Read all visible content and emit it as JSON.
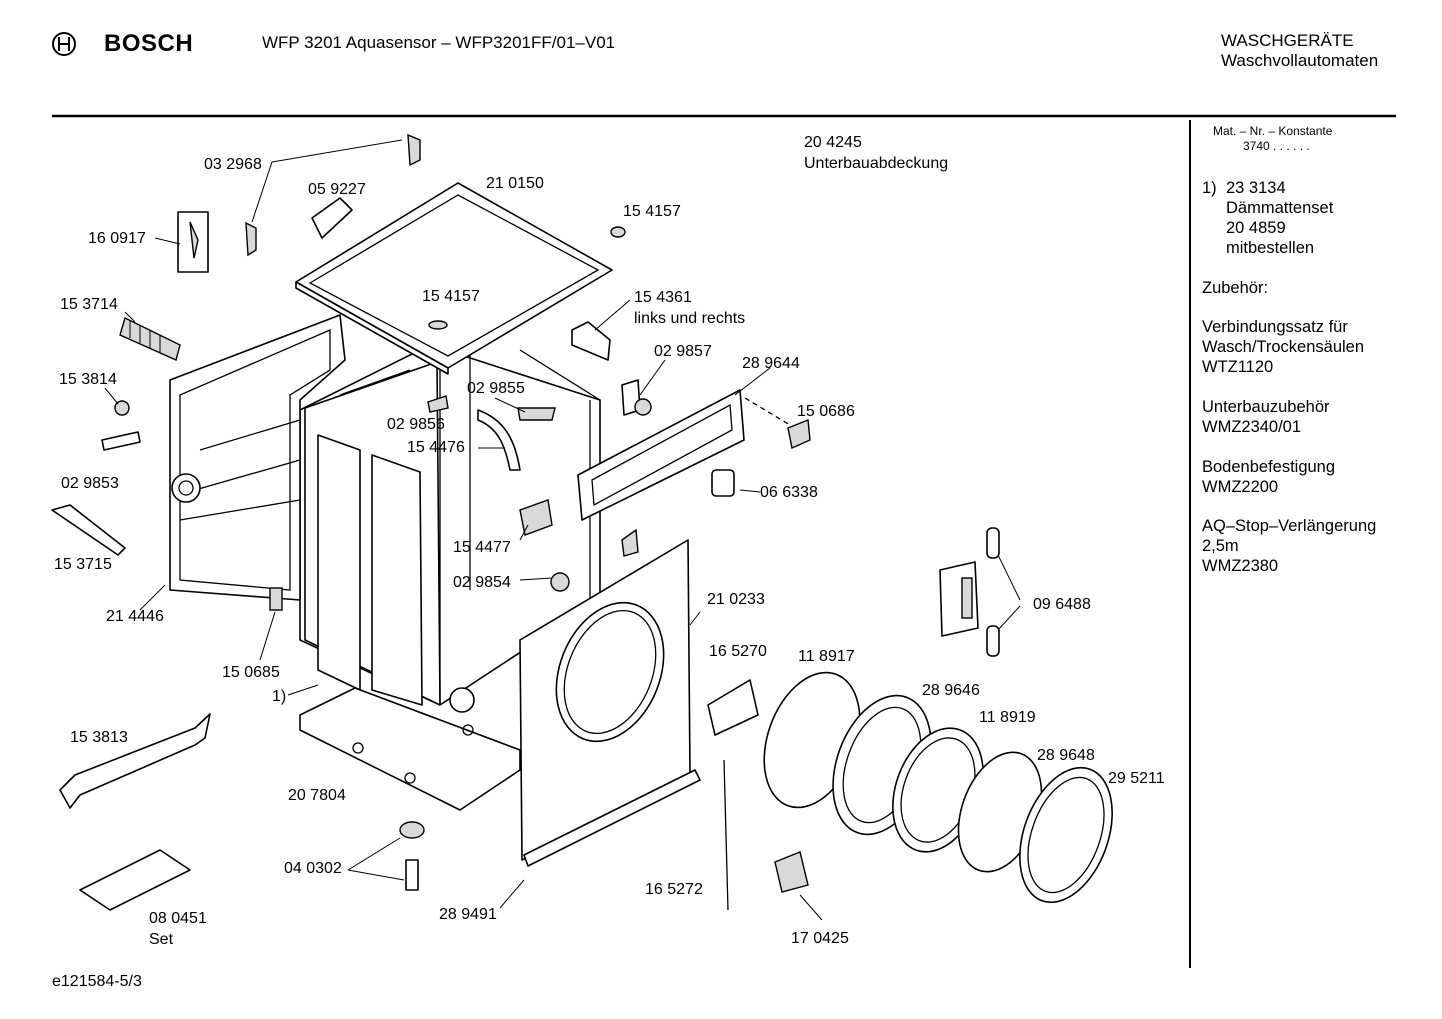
{
  "header": {
    "brand": "BOSCH",
    "model": "WFP 3201 Aquasensor – WFP3201FF/01–V01",
    "category_line1": "WASCHGERÄTE",
    "category_line2": "Waschvollautomaten"
  },
  "sidebar": {
    "mat_label": "Mat. – Nr. – Konstante",
    "mat_value": "3740  .  .  .  .  .  .",
    "note_marker": "1)",
    "note_part": "23 3134",
    "note_name": "Dämmattenset",
    "note_part2": "20 4859",
    "note_action": "mitbestellen",
    "accessories_title": "Zubehör:",
    "acc1_line1": "Verbindungssatz für",
    "acc1_line2": "Wasch/Trockensäulen",
    "acc1_line3": "WTZ1120",
    "acc2_line1": "Unterbauzubehör",
    "acc2_line2": "WMZ2340/01",
    "acc3_line1": "Bodenbefestigung",
    "acc3_line2": "WMZ2200",
    "acc4_line1": "AQ–Stop–Verlängerung",
    "acc4_line2": "2,5m",
    "acc4_line3": "WMZ2380"
  },
  "labels": {
    "p032968": "03 2968",
    "p059227": "05 9227",
    "p210150": "21 0150",
    "p204245": "20 4245",
    "p204245_name": "Unterbauabdeckung",
    "p160917": "16 0917",
    "p154157a": "15 4157",
    "p154157b": "15 4157",
    "p153714": "15 3714",
    "p154361": "15 4361",
    "p154361_note": "links und rechts",
    "p029857": "02 9857",
    "p289644": "28 9644",
    "p153814": "15 3814",
    "p029855": "02 9855",
    "p150686": "15 0686",
    "p029856": "02 9856",
    "p154476": "15 4476",
    "p029853": "02 9853",
    "p066338": "06 6338",
    "p153715": "15 3715",
    "p154477": "15 4477",
    "p029854": "02 9854",
    "p214446": "21 4446",
    "p210233": "21 0233",
    "p096488": "09 6488",
    "p150685": "15 0685",
    "p165270": "16 5270",
    "p118917": "11 8917",
    "p_note1": "1)",
    "p289646": "28 9646",
    "p118919": "11 8919",
    "p153813": "15 3813",
    "p289648": "28 9648",
    "p295211": "29 5211",
    "p207804": "20 7804",
    "p040302": "04 0302",
    "p165272": "16 5272",
    "p289491": "28 9491",
    "p170425": "17 0425",
    "p080451": "08 0451",
    "p080451_set": "Set"
  },
  "footer": {
    "drawing_id": "e121584-5/3"
  }
}
